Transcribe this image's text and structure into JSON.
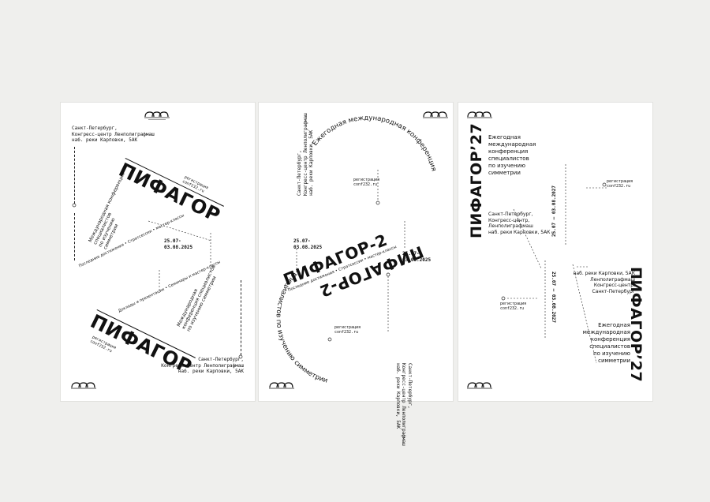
{
  "poster1": {
    "location": "Санкт-Петербург,\nКонгресс-центр Ленполиграфмаш\nнаб. реки Карповки, 5АК",
    "registration": "регистрация\nconf232.ru",
    "title": "ПИФАГОР",
    "subtitle": "Международная конференция\nспециалистов\nпо изучению\nсимметрии",
    "tagline": "Последние достижения • Стратсессии • мастер-классы",
    "dates": "25.07-\n03.08.2025",
    "tagline2": "Доклады и презентации • Семинары и мастер-классы",
    "title2": "ПИФАГОР",
    "subtitle2": "Международная\nконференция специалистов\nпо изучению симметрии",
    "registration2": "регистрация\nconf232.ru",
    "location2": "Санкт-Петербург,\nКонгресс-центр Ленполиграфмаш\nнаб. реки Карповки, 5АК"
  },
  "poster2": {
    "arc_top": "Ежегодная международная конференция",
    "arc_bottom": "специалистов по изучению симметрии",
    "location": "Санкт-Петербург,\nКонгресс-центр Ленполиграфмаш\nнаб. реки Карповки, 5АК",
    "registration": "регистрация\nconf232.ru",
    "dates": "25.07-\n03.08.2025",
    "title": "ПИФАГОР-2",
    "title_flipped": "ПИФАГОР-2",
    "tagline": "Последние достижения • Стратсессии • мастер-классы",
    "dates2": "25.07-\n03.08.2025",
    "location2": "Санкт-Петербург,\nКонгресс-центр Ленполиграфмаш\nнаб. реки Карповки, 5АК",
    "registration2": "регистрация\nconf232.ru"
  },
  "poster3": {
    "title": "ПИФАГОР’27",
    "subtitle": "Ежегодная\nмеждународная\nконференция\nспециалистов\nпо изучению\nсимметрии",
    "dates": "25.07 — 03.08.2027",
    "location": "Санкт-Петербург,\nКонгресс-центр,\nЛенполиграфмаш\nнаб. реки Карповки, 5АК",
    "registration": "регистрация\nconf232.ru",
    "location2": "наб. реки Карповки, 5АК\nЛенполиграфмаш\nКонгресс-центр,\nСанкт-Петербург",
    "registration2": "регистрация\nconf232.ru",
    "dates2": "25.07 — 03.08.2027",
    "subtitle2": "Ежегодная\nмеждународная\nконференция\nспециалистов\nпо изучению\nсимметрии",
    "title2": "ПИФАГОР’27"
  },
  "colors": {
    "background": "#efefed",
    "poster": "#ffffff",
    "ink": "#111111"
  },
  "icons": [
    "conference-logo-icon"
  ]
}
